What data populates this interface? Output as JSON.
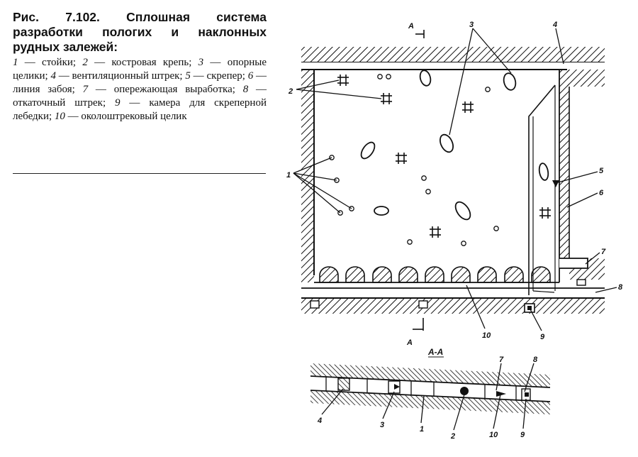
{
  "caption": {
    "figure_label": "Рис. 7.102.",
    "title": "Сплошная система разработки пологих и наклонных рудных залежей:",
    "legend": [
      {
        "num": "1",
        "text": "стойки"
      },
      {
        "num": "2",
        "text": "костровая крепь"
      },
      {
        "num": "3",
        "text": "опорные целики"
      },
      {
        "num": "4",
        "text": "вентиляционный штрек"
      },
      {
        "num": "5",
        "text": "скрепер"
      },
      {
        "num": "6",
        "text": "линия забоя"
      },
      {
        "num": "7",
        "text": "опережающая выработка"
      },
      {
        "num": "8",
        "text": "откаточный штрек"
      },
      {
        "num": "9",
        "text": "камера для скреперной лебедки"
      },
      {
        "num": "10",
        "text": "околоштрековый целик"
      }
    ],
    "legend_dash": " — "
  },
  "plan": {
    "section_mark": "А",
    "labels": [
      "1",
      "2",
      "3",
      "4",
      "5",
      "6",
      "7",
      "8",
      "9",
      "10"
    ]
  },
  "section": {
    "title": "А-А",
    "labels": [
      "4",
      "3",
      "1",
      "2",
      "10",
      "7",
      "8",
      "9"
    ]
  },
  "colors": {
    "ink": "#111111",
    "paper": "#ffffff"
  }
}
